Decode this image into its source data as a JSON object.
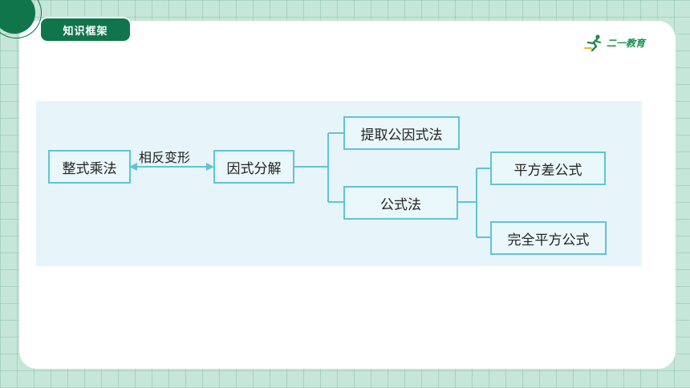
{
  "header": {
    "section_label": "知识框架"
  },
  "logo": {
    "text": "二一教育"
  },
  "diagram": {
    "nodes": {
      "polynomial_multiplication": "整式乘法",
      "factorization": "因式分解",
      "common_factor_method": "提取公因式法",
      "formula_method": "公式法",
      "difference_of_squares": "平方差公式",
      "perfect_square": "完全平方公式"
    },
    "edge_label": "相反变形"
  }
}
